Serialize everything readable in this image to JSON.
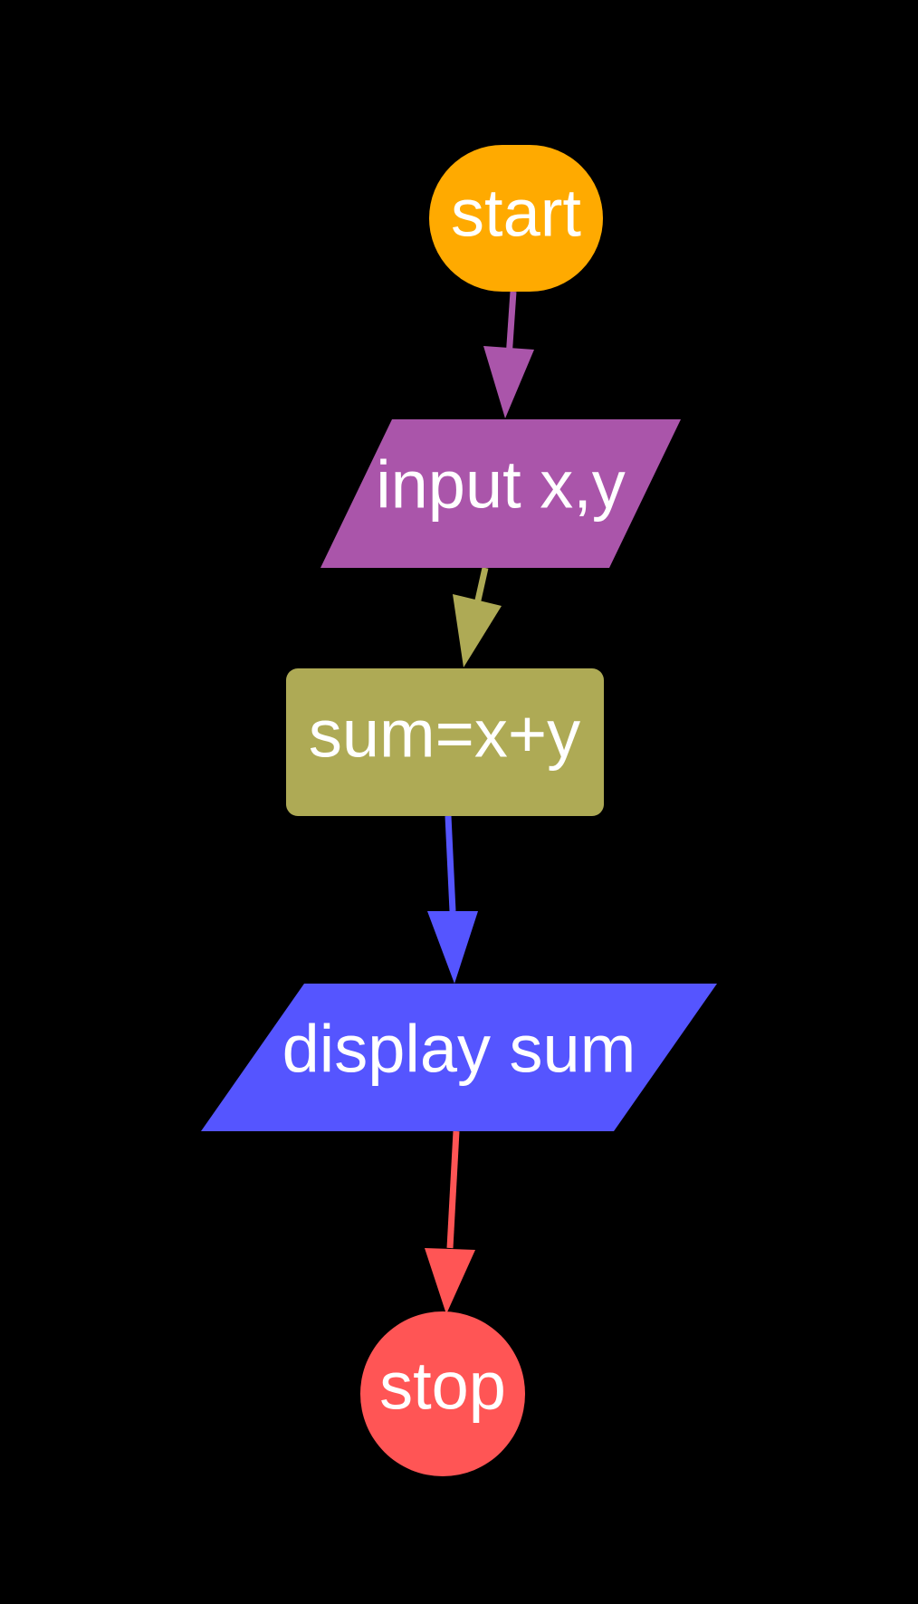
{
  "diagram": {
    "background": "#000000",
    "text_color": "#ffffff",
    "nodes": [
      {
        "id": "start",
        "label": "start",
        "shape": "terminator",
        "color": "#ffaa00"
      },
      {
        "id": "input",
        "label": "input x,y",
        "shape": "parallelogram",
        "color": "#aa55aa"
      },
      {
        "id": "process",
        "label": "sum=x+y",
        "shape": "rounded-rectangle",
        "color": "#aeaa55"
      },
      {
        "id": "output",
        "label": "display sum",
        "shape": "parallelogram",
        "color": "#5555ff"
      },
      {
        "id": "stop",
        "label": "stop",
        "shape": "circle",
        "color": "#ff5555"
      }
    ],
    "edges": [
      {
        "from": "start",
        "to": "input",
        "color": "#aa55aa"
      },
      {
        "from": "input",
        "to": "process",
        "color": "#aeaa55"
      },
      {
        "from": "process",
        "to": "output",
        "color": "#5555ff"
      },
      {
        "from": "output",
        "to": "stop",
        "color": "#ff5555"
      }
    ]
  }
}
